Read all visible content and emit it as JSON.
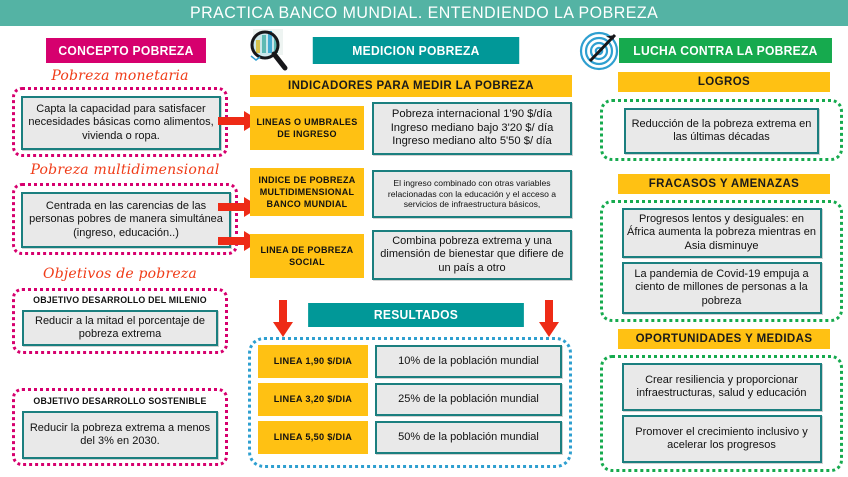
{
  "banner": {
    "title": "PRACTICA BANCO MUNDIAL. ENTENDIENDO LA POBREZA"
  },
  "colors": {
    "banner_teal": "#54b3a4",
    "pink": "#d6006e",
    "teal": "#019898",
    "green": "#16aa4e",
    "yellow": "#ffc113",
    "box_border_teal": "#1b7f7f",
    "box_fill_grey": "#e9e9e9",
    "arrow_red": "#ee2b16",
    "script_red": "#f03c18",
    "dotted_blue": "#2e9fd0"
  },
  "columns": {
    "left": {
      "header": "CONCEPTO POBREZA",
      "groups": [
        {
          "label": "Pobreza monetaria",
          "boxes": [
            {
              "text": "Capta la capacidad para satisfacer necesidades básicas como alimentos, vivienda o ropa."
            }
          ]
        },
        {
          "label": "Pobreza multidimensional",
          "boxes": [
            {
              "text": "Centrada en las carencias de las personas pobres de manera simultánea (ingreso, educación..)"
            }
          ]
        },
        {
          "label": "Objetivos de pobreza",
          "items": [
            {
              "tag": "OBJETIVO DESARROLLO DEL MILENIO",
              "text": "Reducir a la mitad el porcentaje de pobreza extrema"
            },
            {
              "tag": "OBJETIVO DESARROLLO SOSTENIBLE",
              "text": "Reducir la pobreza extrema a menos del 3% en 2030."
            }
          ]
        }
      ]
    },
    "middle": {
      "header": "MEDICION POBREZA",
      "icon": "magnifying-glass-chart-icon",
      "indicators_header": "INDICADORES PARA MEDIR LA POBREZA",
      "rows": [
        {
          "tag": "LINEAS O UMBRALES DE INGRESO",
          "text": "Pobreza internacional 1'90 $/día\nIngreso mediano bajo 3'20 $/ día\nIngreso mediano alto 5'50 $/ día"
        },
        {
          "tag": "INDICE DE POBREZA MULTIDIMENSIONAL BANCO MUNDIAL",
          "text": "El ingreso combinado con otras variables relacionadas con la educación y el acceso a servicios de infraestructura básicos,"
        },
        {
          "tag": "LINEA DE POBREZA SOCIAL",
          "text": "Combina pobreza extrema y una dimensión de bienestar que difiere de un país a otro"
        }
      ],
      "results_header": "RESULTADOS",
      "results": [
        {
          "line": "LINEA 1,90 $/DIA",
          "value": "10% de la población mundial"
        },
        {
          "line": "LINEA 3,20 $/DIA",
          "value": "25% de la población mundial"
        },
        {
          "line": "LINEA 5,50 $/DIA",
          "value": "50% de la población mundial"
        }
      ]
    },
    "right": {
      "header": "LUCHA CONTRA LA POBREZA",
      "icon": "target-arrow-icon",
      "sections": [
        {
          "header": "LOGROS",
          "boxes": [
            {
              "text": "Reducción de la pobreza extrema en las últimas décadas"
            }
          ]
        },
        {
          "header": "FRACASOS Y AMENAZAS",
          "boxes": [
            {
              "text": "Progresos lentos y desiguales: en África aumenta la pobreza mientras en Asia disminuye"
            },
            {
              "text": "La pandemia de Covid-19 empuja a ciento de millones de personas a la pobreza"
            }
          ]
        },
        {
          "header": "OPORTUNIDADES Y MEDIDAS",
          "boxes": [
            {
              "text": "Crear resiliencia y proporcionar infraestructuras, salud y educación"
            },
            {
              "text": "Promover el crecimiento inclusivo y acelerar los progresos"
            }
          ]
        }
      ]
    }
  }
}
